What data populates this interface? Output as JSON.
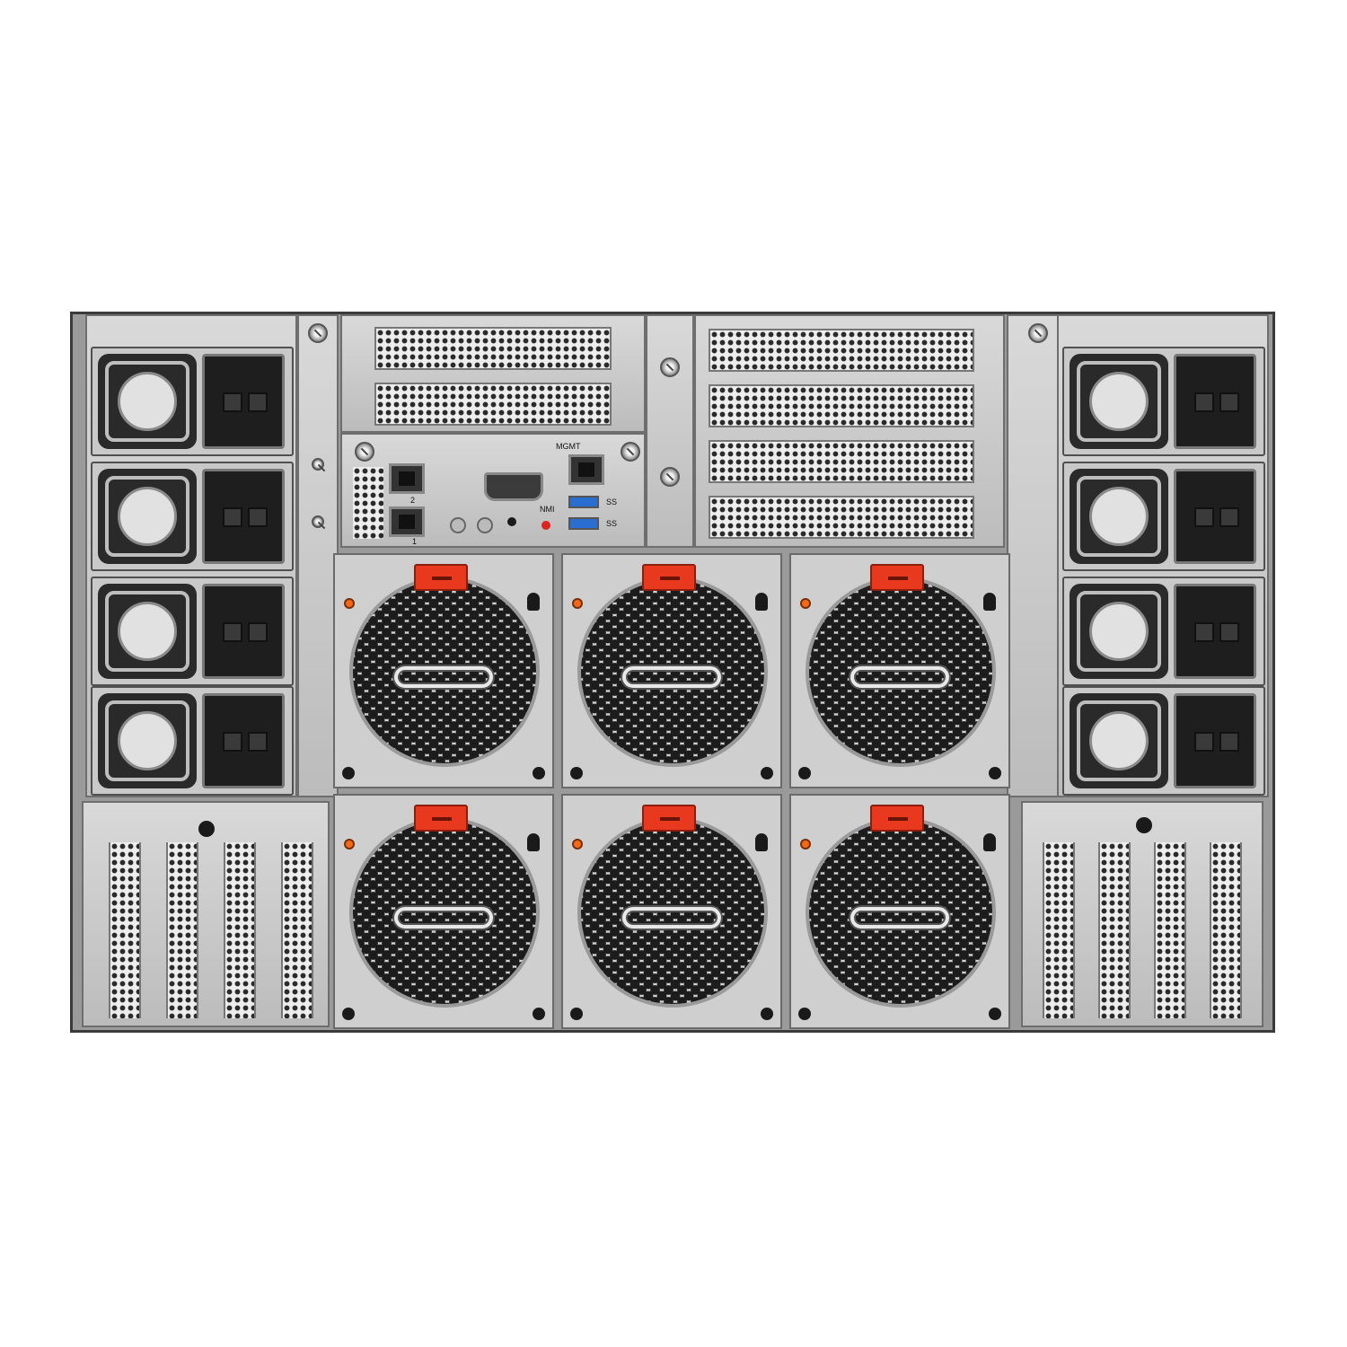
{
  "server": {
    "description_labels": {
      "mgmt": "MGMT",
      "nmi": "NMI",
      "lan1": "1",
      "lan2": "2",
      "usb_a": "SS",
      "usb_b": "SS"
    }
  },
  "colors": {
    "chassis": "#9a9a9a",
    "latch": "#e8391f",
    "led": "#f06a1a",
    "usb": "#2b6ed1"
  },
  "icons": [
    "psu-fan-icon",
    "power-socket-icon",
    "fan-grill-icon",
    "fan-handle-icon",
    "latch-icon",
    "screw-icon",
    "vga-port-icon",
    "usb-port-icon",
    "rj45-port-icon"
  ]
}
